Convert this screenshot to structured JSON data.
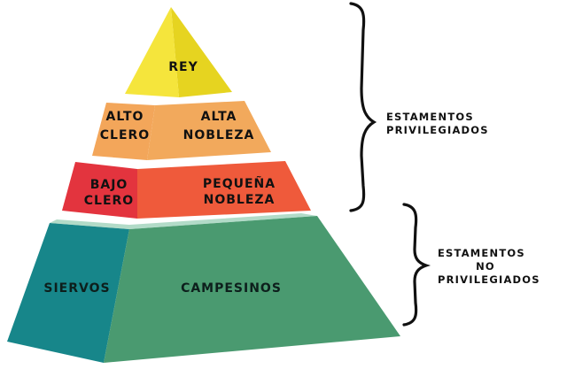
{
  "pyramid": {
    "tiers": {
      "rey": {
        "label": "REY",
        "color": "#f5e53c"
      },
      "alto_clero": {
        "line1": "ALTO",
        "line2": "CLERO",
        "color": "#f3a65a"
      },
      "alta_nobleza": {
        "line1": "ALTA",
        "line2": "NOBLEZA",
        "color": "#f2a95c"
      },
      "bajo_clero": {
        "line1": "BAJO",
        "line2": "CLERO",
        "color": "#e3343e"
      },
      "pequena_nobleza": {
        "line1": "PEQUEÑA",
        "line2": "NOBLEZA",
        "color": "#ef5a3b"
      },
      "siervos": {
        "label": "SIERVOS",
        "color": "#17868a"
      },
      "campesinos": {
        "label": "CAMPESINOS",
        "color": "#4a9a70"
      }
    }
  },
  "groups": {
    "privilegiados": {
      "line1": "ESTAMENTOS",
      "line2": "PRIVILEGIADOS"
    },
    "no_privilegiados": {
      "line1": "ESTAMENTOS",
      "line2": "NO",
      "line3": "PRIVILEGIADOS"
    }
  }
}
